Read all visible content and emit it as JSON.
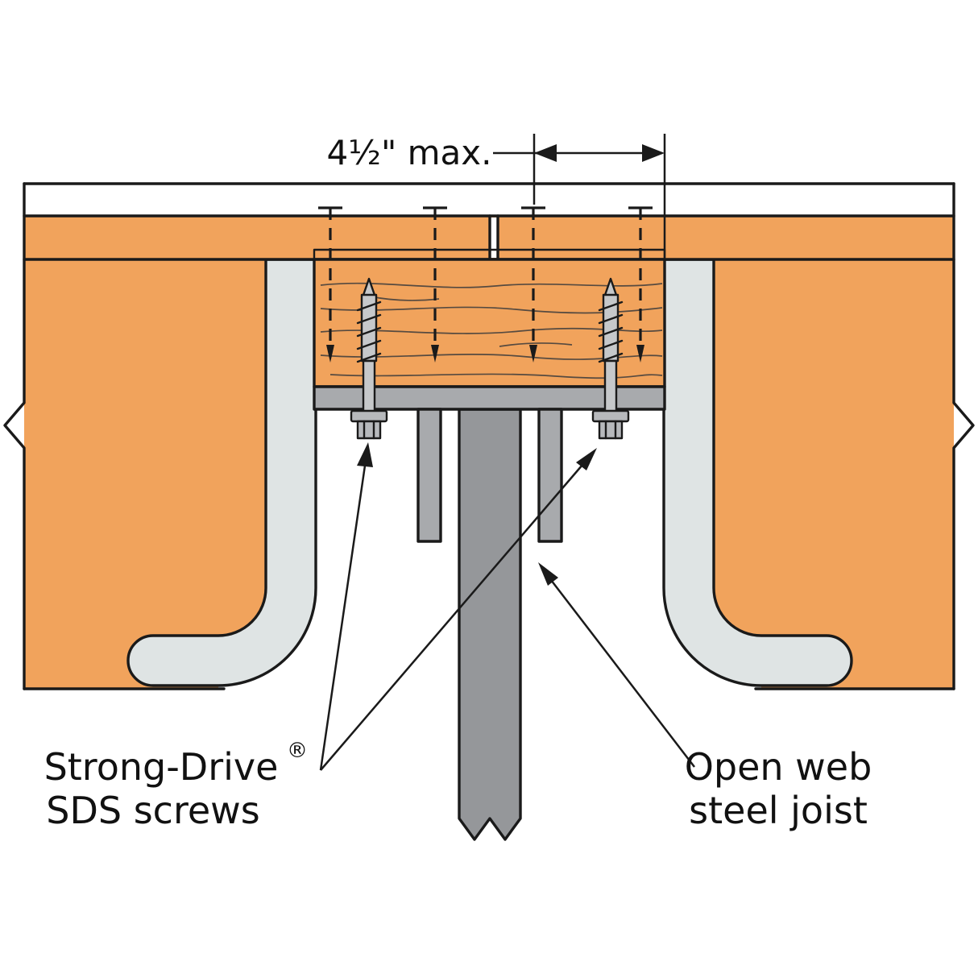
{
  "dimension": {
    "label": "4½\" max."
  },
  "callouts": {
    "screws": {
      "line1": "Strong-Drive",
      "reg": "®",
      "line2": "SDS screws"
    },
    "joist": {
      "line1": "Open web",
      "line2": "steel joist"
    }
  },
  "colors": {
    "wood": "#F1A35C",
    "steel": "#A8AAAD",
    "steel_dark": "#95979A",
    "seat": "#DFE4E4",
    "screw": "#C6C8CA",
    "screw_head": "#B7B9BC",
    "outline": "#1A1A1A"
  }
}
